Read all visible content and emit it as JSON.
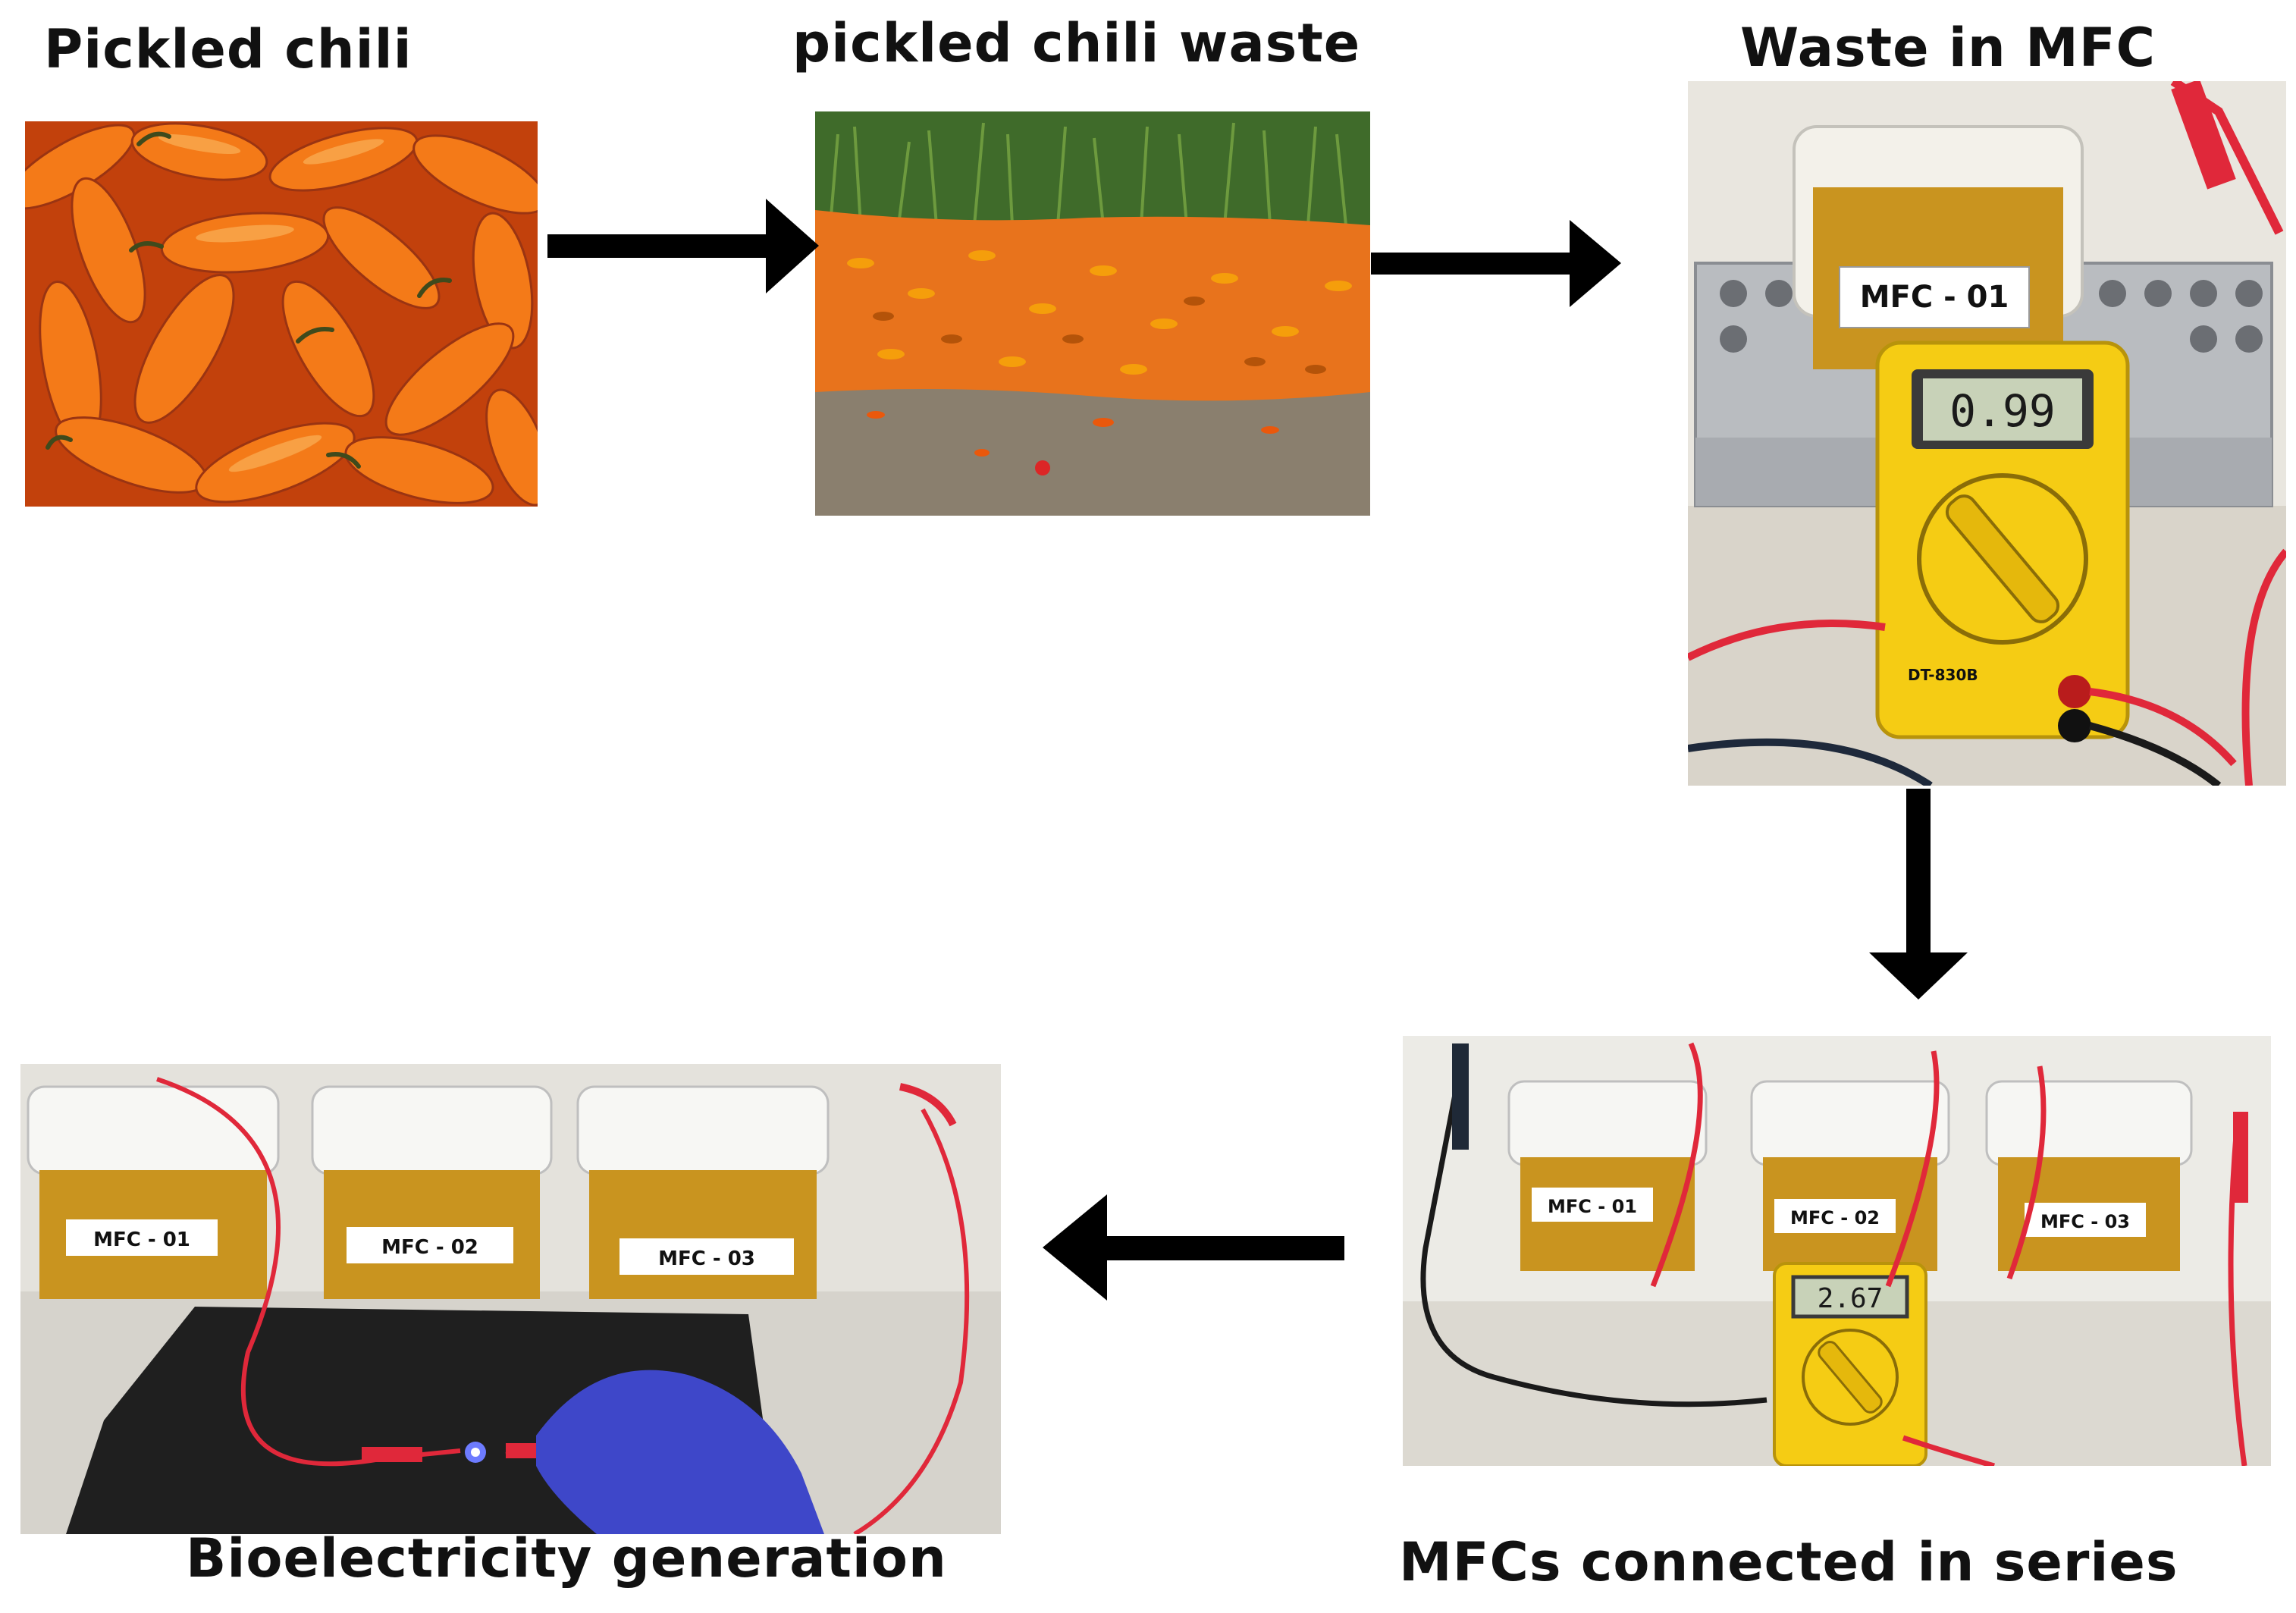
{
  "stages": {
    "pickled_chili": {
      "label": "Pickled chili"
    },
    "chili_waste": {
      "label": "pickled chili waste"
    },
    "waste_in_mfc": {
      "label": "Waste in MFC",
      "meter_reading": "0.99",
      "cell_tag": "MFC - 01",
      "meter_model": "DT-830B"
    },
    "mfcs_in_series": {
      "label": "MFCs connected in series",
      "meter_reading": "2.67",
      "cell_tags": [
        "MFC - 01",
        "MFC - 02",
        "MFC - 03"
      ]
    },
    "bioelectricity": {
      "label": "Bioelectricity generation",
      "cell_tags": [
        "MFC - 01",
        "MFC - 02",
        "MFC - 03"
      ]
    }
  },
  "colors": {
    "chili": "#f47a18",
    "broth": "#c9941f",
    "meter_yellow": "#f5cc14",
    "lcd": "#c8d2b8",
    "wire_red": "#e0283a",
    "glove_blue": "#3e47c9",
    "arrow": "#000000"
  },
  "icons": [
    "arrow-right-icon",
    "arrow-down-icon",
    "arrow-left-icon"
  ]
}
